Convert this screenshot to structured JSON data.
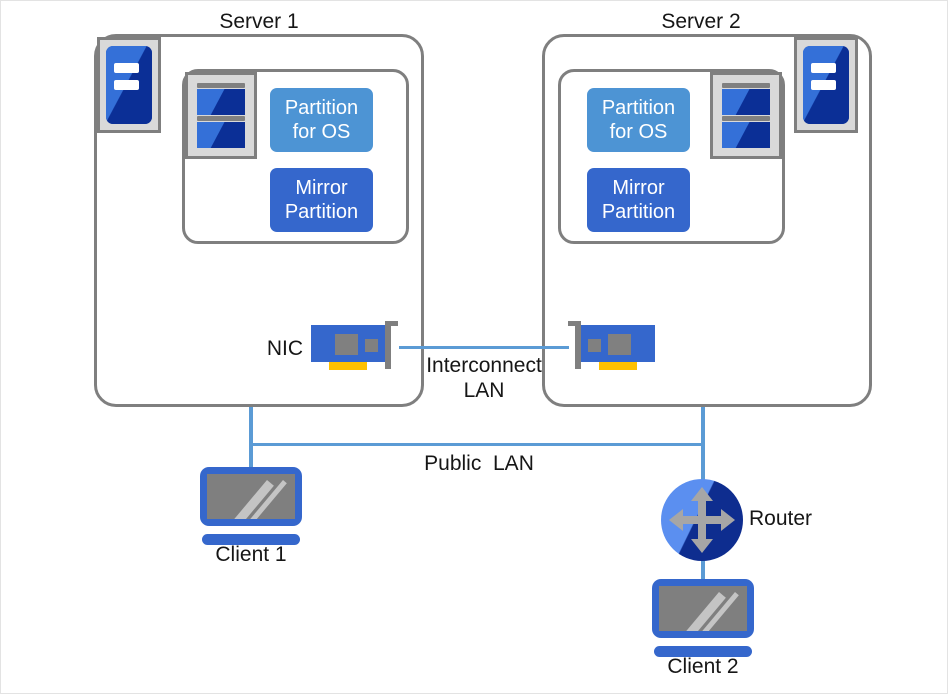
{
  "diagram": {
    "title_server1": "Server 1",
    "title_server2": "Server 2",
    "partitions": {
      "os_line1": "Partition",
      "os_line2": "for OS",
      "mirror_line1": "Mirror",
      "mirror_line2": "Partition"
    },
    "labels": {
      "nic": "NIC",
      "interconnect_line1": "Interconnect",
      "interconnect_line2": "LAN",
      "public_lan": "Public  LAN",
      "router": "Router",
      "client1": "Client 1",
      "client2": "Client 2"
    },
    "icons": {
      "server_tower": "server-tower-icon",
      "disk_array": "disk-array-icon",
      "nic_card": "nic-card-icon",
      "router_node": "router-icon",
      "laptop": "laptop-icon"
    },
    "colors": {
      "partition_os": "#4d94d4",
      "partition_mirror": "#3567cc",
      "link_line": "#5b9bd5",
      "box_border": "#7f7f7f",
      "icon_frame": "#d9d9d9",
      "router_light": "#5b8ff0",
      "router_dark": "#0e2d8f",
      "nic_gold": "#ffc000",
      "screen_gray": "#7f7f7f",
      "text": "#161616"
    }
  }
}
